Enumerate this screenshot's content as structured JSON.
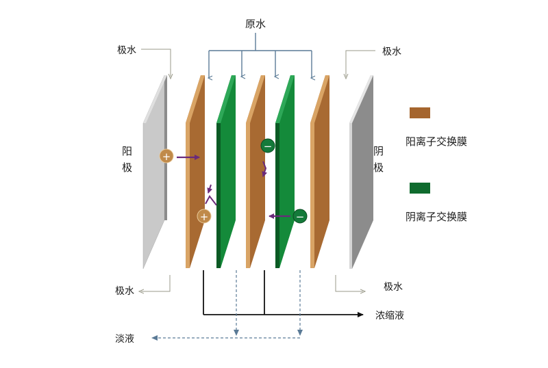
{
  "labels": {
    "raw_water": "原水",
    "electrode_water_top_left": "极水",
    "electrode_water_top_right": "极水",
    "electrode_water_bottom_left": "极水",
    "electrode_water_bottom_right": "极水",
    "anode": "阳极",
    "cathode": "阴极",
    "concentrate": "浓缩液",
    "dilute": "淡液"
  },
  "legend": [
    {
      "label": "阳离子交换膜",
      "color": "#a5652e"
    },
    {
      "label": "阴离子交换膜",
      "color": "#0f6b2e"
    }
  ],
  "ions": {
    "cation_symbol": "+",
    "anion_symbol": "−"
  },
  "colors": {
    "electrode_face": "#c9c9c9",
    "electrode_side": "#8c8c8c",
    "cation_membrane_face": "#a86a32",
    "cation_membrane_side": "#d9a465",
    "anion_membrane_face": "#148a3a",
    "anion_membrane_side": "#0b5a24",
    "feed_line": "#5a7a96",
    "ion_arrow": "#6a2a7a",
    "flow_line": "#111111",
    "dilute_line": "#5a7a96"
  }
}
